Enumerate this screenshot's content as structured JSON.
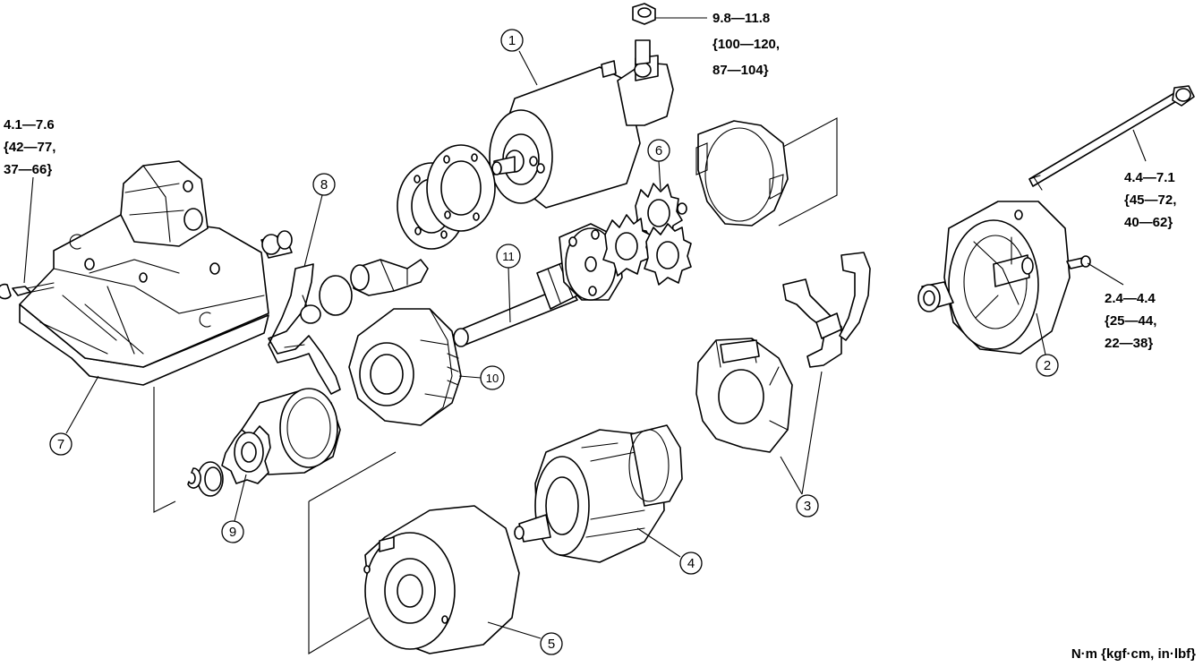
{
  "callouts": [
    "1",
    "2",
    "3",
    "4",
    "5",
    "6",
    "7",
    "8",
    "9",
    "10",
    "11"
  ],
  "torque_specs": {
    "solenoid_nut": [
      "9.8—11.8",
      "{100—120,",
      "87—104}"
    ],
    "front_bolt": [
      "4.1—7.6",
      "{42—77,",
      "37—66}"
    ],
    "through_bolt": [
      "4.4—7.1",
      "{45—72,",
      "40—62}"
    ],
    "rear_screw": [
      "2.4—4.4",
      "{25—44,",
      "22—38}"
    ]
  },
  "units_label": "N·m {kgf·cm, in·lbf}"
}
